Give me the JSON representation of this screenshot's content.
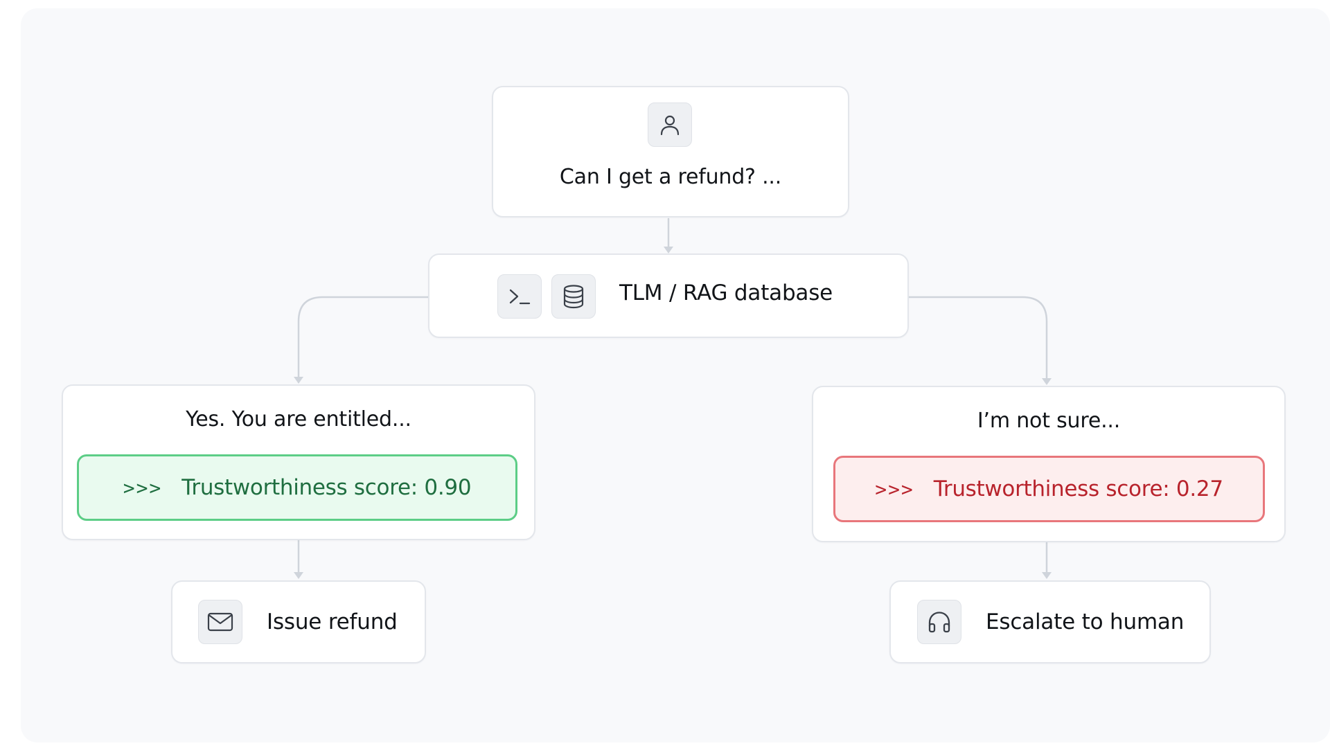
{
  "nodes": {
    "question": {
      "text": "Can I get a refund? ...",
      "icon": "user-icon"
    },
    "tlm": {
      "text": "TLM / RAG database",
      "icons": [
        "terminal-icon",
        "database-icon"
      ]
    },
    "answer_yes": {
      "text": "Yes. You are entitled...",
      "score_marker": ">>>",
      "score_label": "Trustworthiness score: 0.90",
      "score_value": 0.9
    },
    "answer_unsure": {
      "text": "I’m not sure...",
      "score_marker": ">>>",
      "score_label": "Trustworthiness score: 0.27",
      "score_value": 0.27
    },
    "action_refund": {
      "text": "Issue refund",
      "icon": "mail-icon"
    },
    "action_escalate": {
      "text": "Escalate to human",
      "icon": "headphones-icon"
    }
  },
  "colors": {
    "background": "#f8f9fb",
    "card_border": "#e3e6eb",
    "connector": "#cfd4db",
    "good_fill": "#e9faef",
    "good_border": "#5ccd86",
    "good_text": "#1f6e40",
    "bad_fill": "#fdeeee",
    "bad_border": "#e8767b",
    "bad_text": "#b8232c"
  }
}
